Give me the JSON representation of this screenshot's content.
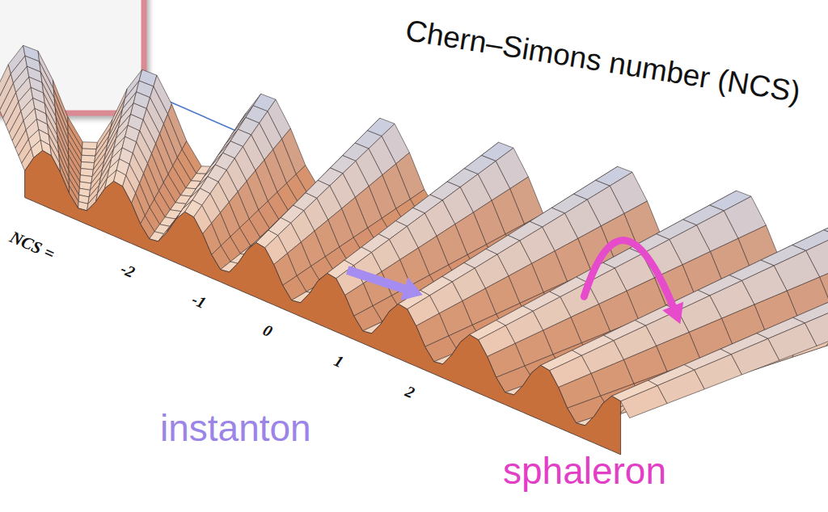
{
  "diagram": {
    "labels": [
      "Chern–Simons number (NCS)",
      "NCS =",
      "-2",
      "-1",
      "0",
      "1",
      "2",
      "instanton",
      "sphaleron"
    ]
  }
}
